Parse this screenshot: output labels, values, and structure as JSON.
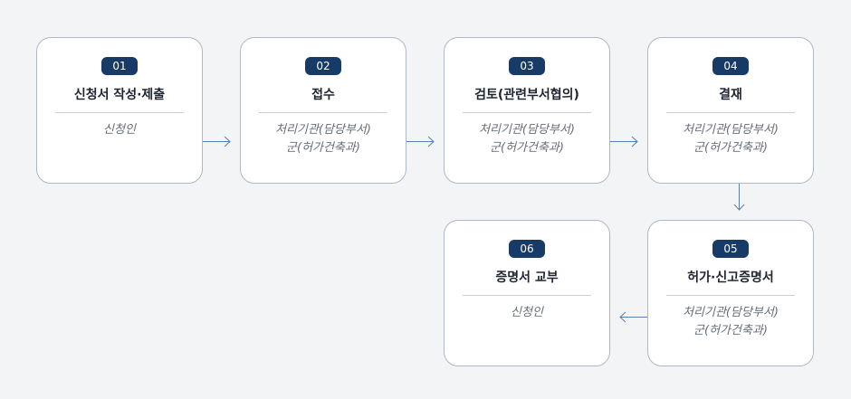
{
  "steps": [
    {
      "number": "01",
      "title": "신청서 작성·제출",
      "subtitle": "신청인"
    },
    {
      "number": "02",
      "title": "접수",
      "subtitle": "처리기관(담당부서)\n군(허가건축과)"
    },
    {
      "number": "03",
      "title": "검토(관련부서협의)",
      "subtitle": "처리기관(담당부서)\n군(허가건축과)"
    },
    {
      "number": "04",
      "title": "결재",
      "subtitle": "처리기관(담당부서)\n군(허가건축과)"
    },
    {
      "number": "05",
      "title": "허가·신고증명서",
      "subtitle": "처리기관(담당부서)\n군(허가건축과)"
    },
    {
      "number": "06",
      "title": "증명서 교부",
      "subtitle": "신청인"
    }
  ],
  "colors": {
    "badge": "#173a66",
    "border": "#aeb8c5",
    "arrow": "#5b7fa8"
  }
}
